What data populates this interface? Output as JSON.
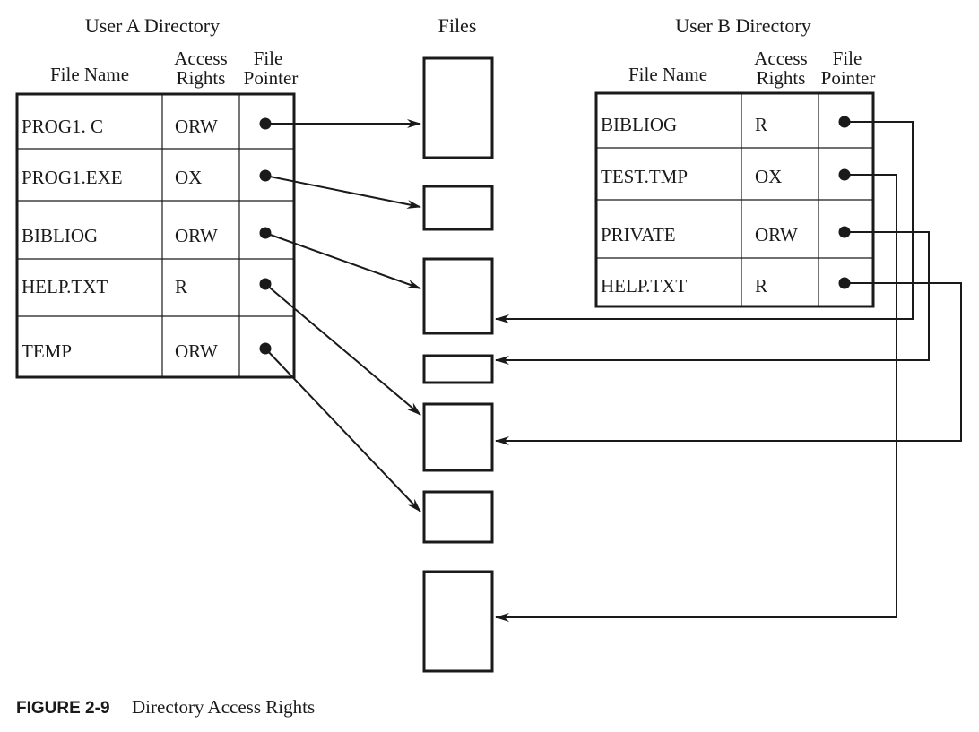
{
  "userA": {
    "title": "User A Directory",
    "headers": {
      "name": "File Name",
      "rights1": "Access",
      "rights2": "Rights",
      "ptr1": "File",
      "ptr2": "Pointer"
    },
    "rows": [
      {
        "name": "PROG1. C",
        "rights": "ORW"
      },
      {
        "name": "PROG1.EXE",
        "rights": "OX"
      },
      {
        "name": "BIBLIOG",
        "rights": "ORW"
      },
      {
        "name": "HELP.TXT",
        "rights": "R"
      },
      {
        "name": "TEMP",
        "rights": "ORW"
      }
    ]
  },
  "userB": {
    "title": "User B Directory",
    "headers": {
      "name": "File Name",
      "rights1": "Access",
      "rights2": "Rights",
      "ptr1": "File",
      "ptr2": "Pointer"
    },
    "rows": [
      {
        "name": "BIBLIOG",
        "rights": "R"
      },
      {
        "name": "TEST.TMP",
        "rights": "OX"
      },
      {
        "name": "PRIVATE",
        "rights": "ORW"
      },
      {
        "name": "HELP.TXT",
        "rights": "R"
      }
    ]
  },
  "files": {
    "title": "Files"
  },
  "caption": {
    "label": "FIGURE 2-9",
    "text": "Directory Access Rights"
  }
}
